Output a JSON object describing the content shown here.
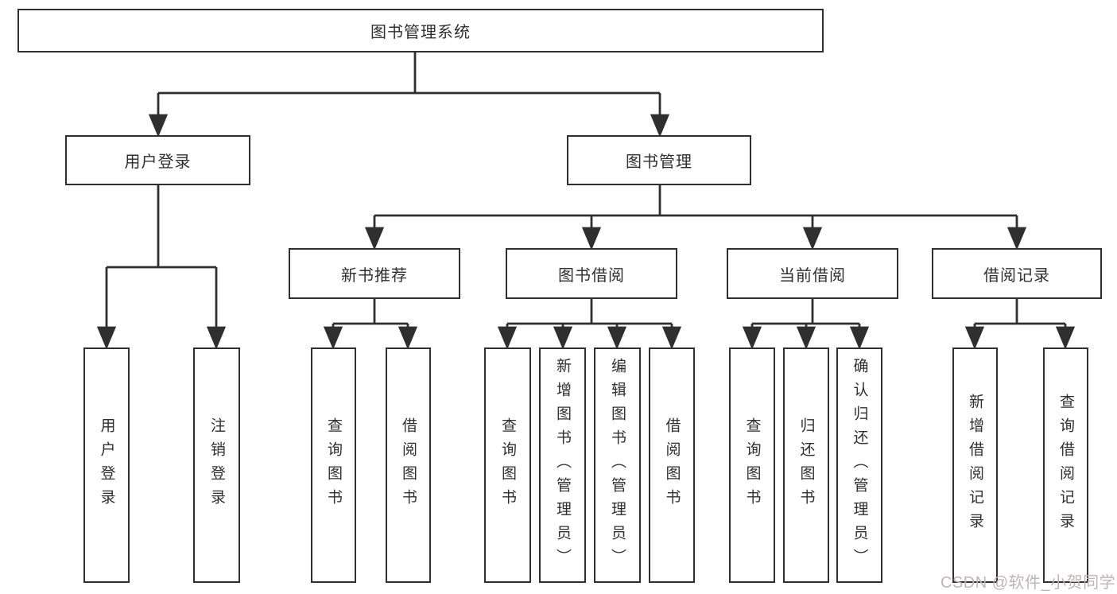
{
  "nodes": {
    "root": "图书管理系统",
    "user_login": "用户登录",
    "book_mgmt": "图书管理",
    "new_book": "新书推荐",
    "book_borrow": "图书借阅",
    "current_borrow": "当前借阅",
    "borrow_record": "借阅记录"
  },
  "leaves": {
    "user_login": [
      "用户登录",
      "注销登录"
    ],
    "new_book": [
      "查询图书",
      "借阅图书"
    ],
    "book_borrow": [
      "查询图书",
      "新增图书（管理员）",
      "编辑图书（管理员）",
      "借阅图书"
    ],
    "current_borrow": [
      "查询图书",
      "归还图书",
      "确认归还（管理员）"
    ],
    "borrow_record": [
      "新增借阅记录",
      "查询借阅记录"
    ]
  },
  "watermark": "CSDN @软件_小贺同学",
  "colors": {
    "line": "#2f2f2f",
    "text": "#2f2f2f",
    "watermark": "#bcb6b6",
    "background": "#ffffff"
  }
}
